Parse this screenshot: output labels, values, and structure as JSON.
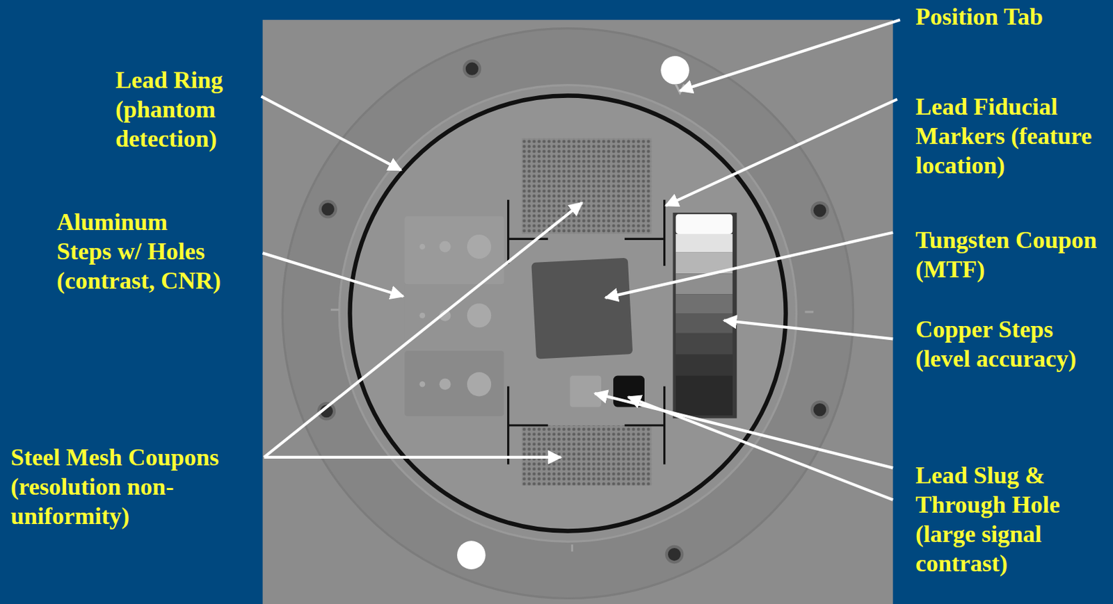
{
  "diagram": {
    "labels": [
      "Position Tab",
      "Lead Ring (phantom detection)",
      "Lead Fiducial Markers (feature location)",
      "Aluminum Steps w/ Holes (contrast, CNR)",
      "Tungsten Coupon (MTF)",
      "Copper Steps (level accuracy)",
      "Steel Mesh Coupons (resolution non-uniformity)",
      "Lead Slug & Through Hole (large signal contrast)"
    ]
  }
}
